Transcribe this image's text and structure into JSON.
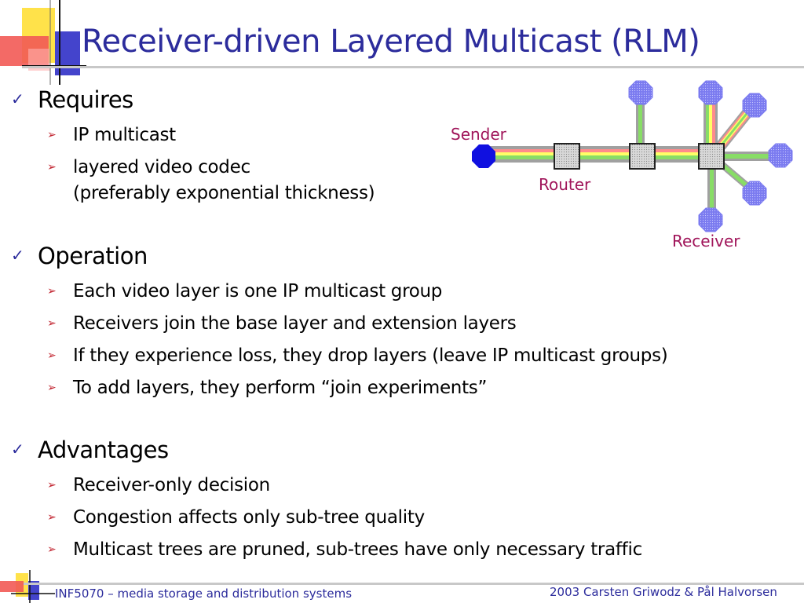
{
  "title": "Receiver-driven Layered Multicast (RLM)",
  "sections": [
    {
      "heading": "Requires",
      "items": [
        "IP multicast",
        "layered video codec\n(preferably exponential thickness)"
      ]
    },
    {
      "heading": "Operation",
      "items": [
        "Each video layer is one IP multicast group",
        "Receivers join the base layer and extension layers",
        "If they experience loss, they drop layers (leave IP multicast groups)",
        "To add layers, they perform “join experiments”"
      ]
    },
    {
      "heading": "Advantages",
      "items": [
        "Receiver-only decision",
        "Congestion affects only sub-tree quality",
        "Multicast trees are pruned, sub-trees have only necessary traffic"
      ]
    }
  ],
  "bullets": {
    "level1": "✓",
    "level2": "➢"
  },
  "diagram": {
    "sender_label": "Sender",
    "router_label": "Router",
    "receiver_label": "Receiver"
  },
  "footer": {
    "left": "INF5070 – media storage and distribution systems",
    "right": "2003  Carsten Griwodz & Pål Halvorsen"
  },
  "colors": {
    "title": "#2c2c9c",
    "label": "#a0155a",
    "node": "#7b7bf0",
    "sender": "#1010e0"
  }
}
